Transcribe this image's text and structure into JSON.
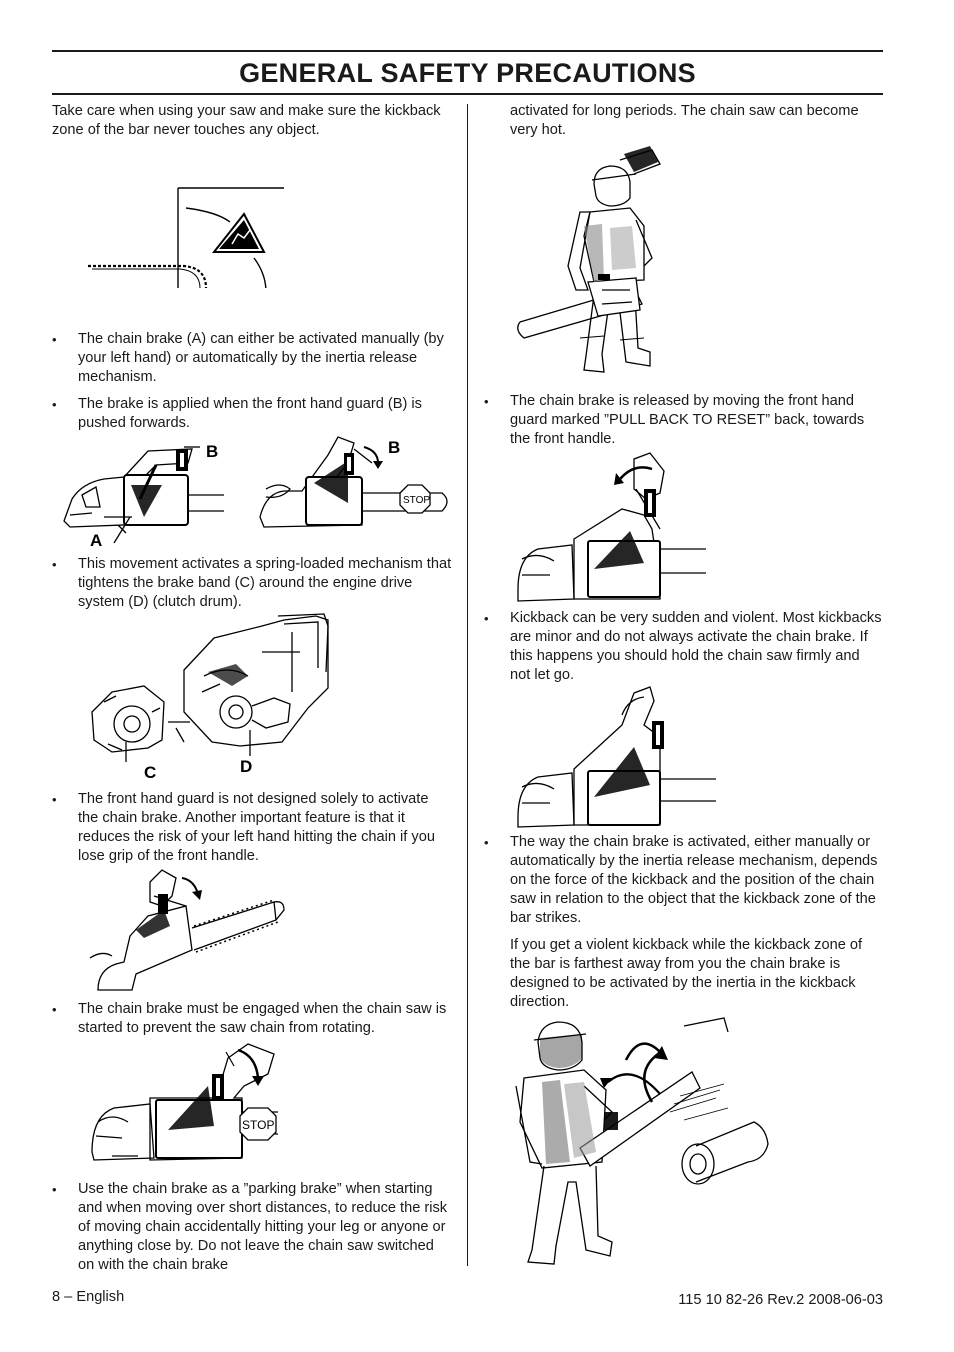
{
  "header": {
    "title": "GENERAL SAFETY PRECAUTIONS"
  },
  "left": {
    "intro": "Take care when using your saw and make sure the kickback zone of the bar never touches any object.",
    "bullet1": "The chain brake (A) can either be activated manually (by your left hand) or automatically by the inertia release mechanism.",
    "bullet2": "The brake is applied when the front hand guard (B) is pushed forwards.",
    "label_a": "A",
    "label_b": "B",
    "stop_label": "STOP",
    "bullet3": "This movement activates a spring-loaded mechanism that tightens the brake band (C) around the engine drive system (D) (clutch drum).",
    "label_c": "C",
    "label_d": "D",
    "bullet4": "The front hand guard is not designed solely to activate the chain brake. Another important feature is that it reduces the risk of your left hand hitting the chain if you lose grip of the front handle.",
    "bullet5": "The chain brake must be engaged when the chain saw is started to prevent the saw chain from rotating.",
    "bullet6": "Use the chain brake as a ”parking brake” when starting and when moving over short distances, to reduce the risk of moving chain accidentally hitting your leg or anyone or anything close by. Do not leave the chain saw switched on with the chain brake"
  },
  "right": {
    "continued": "activated for long periods. The chain saw can become very hot.",
    "bullet7": "The chain brake is released by moving the front hand guard marked ”PULL BACK TO RESET” back, towards the front handle.",
    "bullet8": "Kickback can be very sudden and violent. Most kickbacks are minor and do not always activate the chain brake. If this happens you should hold the chain saw firmly and not let go.",
    "bullet9": "The way the chain brake is activated, either manually or automatically by the inertia release mechanism, depends on the force of the kickback and the position of the chain saw in relation to the object that the kickback zone of the bar strikes.",
    "bullet9_cont": "If you get a violent kickback while the kickback zone of the bar is farthest away from you the chain brake is designed to be activated by the inertia in the kickback direction."
  },
  "footer": {
    "page": "8 – English",
    "doc_ref": "115 10 82-26 Rev.2 2008-06-03"
  }
}
